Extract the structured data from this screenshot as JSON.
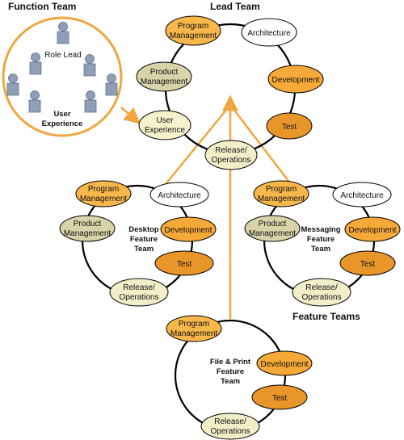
{
  "headings": {
    "function_team": "Function Team",
    "lead_team": "Lead Team",
    "feature_teams": "Feature Teams"
  },
  "function_team": {
    "role_lead": "Role Lead",
    "user_experience_line1": "User",
    "user_experience_line2": "Experience"
  },
  "lead_team": {
    "program_management": [
      "Program",
      "Management"
    ],
    "architecture": "Architecture",
    "product_management": [
      "Product",
      "Management"
    ],
    "development": "Development",
    "user_experience": [
      "User",
      "Experience"
    ],
    "test": "Test",
    "release_operations": [
      "Release/",
      "Operations"
    ]
  },
  "desktop_team": {
    "name": [
      "Desktop",
      "Feature",
      "Team"
    ],
    "program_management": [
      "Program",
      "Management"
    ],
    "architecture": "Architecture",
    "product_management": [
      "Product",
      "Management"
    ],
    "development": "Development",
    "test": "Test",
    "release_operations": [
      "Release/",
      "Operations"
    ]
  },
  "messaging_team": {
    "name": [
      "Messaging",
      "Feature",
      "Team"
    ],
    "program_management": [
      "Program",
      "Management"
    ],
    "architecture": "Architecture",
    "product_management": [
      "Product",
      "Management"
    ],
    "development": "Development",
    "test": "Test",
    "release_operations": [
      "Release/",
      "Operations"
    ]
  },
  "fileprint_team": {
    "name": [
      "File & Print",
      "Feature",
      "Team"
    ],
    "program_management": [
      "Program",
      "Management"
    ],
    "development": "Development",
    "test": "Test",
    "release_operations": [
      "Release/",
      "Operations"
    ]
  },
  "colors": {
    "program": "#f7b74a",
    "development": "#f5a938",
    "test": "#e8962a",
    "product": "#d8d3a8",
    "release": "#f2efc8",
    "user_experience": "#f5f2cc",
    "architecture": "#ffffff",
    "accent": "#f0a640",
    "person": "#8f9fb8",
    "stroke": "#000000"
  }
}
